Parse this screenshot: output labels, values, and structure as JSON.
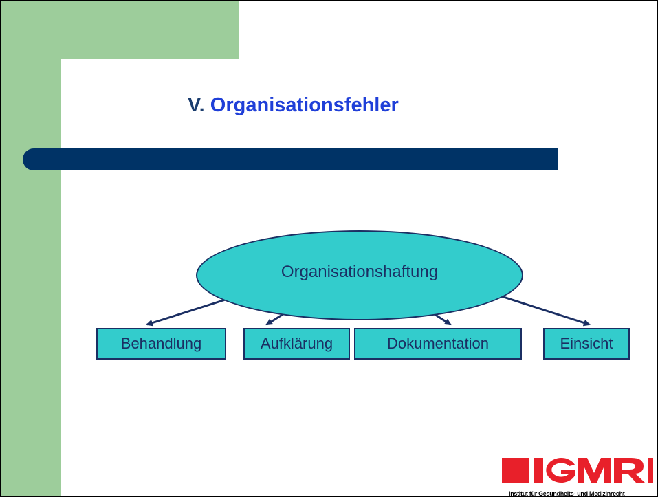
{
  "title": {
    "prefix": "V. ",
    "main": "Organisationsfehler"
  },
  "diagram": {
    "root": "Organisationshaftung",
    "children": [
      "Behandlung",
      "Aufklärung",
      "Dokumentation",
      "Einsicht"
    ]
  },
  "logo": {
    "letters": "IGMR",
    "caption": "Institut für Gesundheits- und Medizinrecht"
  },
  "colors": {
    "green": "#9dcd9b",
    "navy": "#003366",
    "turquoise": "#33cccc",
    "logo_red": "#e8202a"
  }
}
